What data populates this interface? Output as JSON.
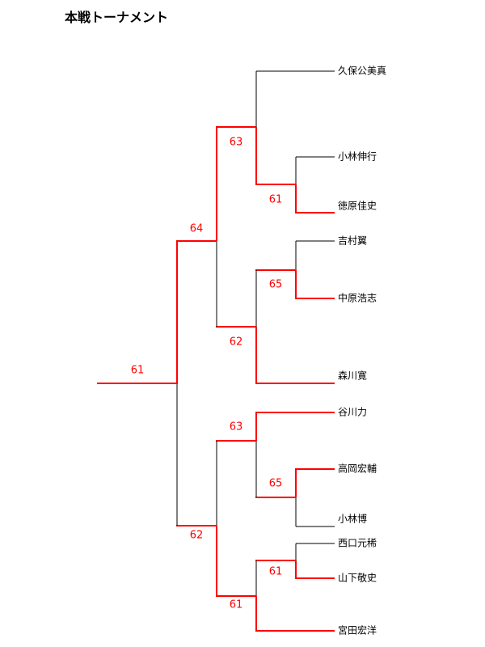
{
  "title": "本戦トーナメント",
  "players": [
    "久保公美真",
    "小林伸行",
    "徳原佳史",
    "吉村翼",
    "中原浩志",
    "森川寛",
    "谷川力",
    "高岡宏輔",
    "小林博",
    "西口元稀",
    "山下敬史",
    "宮田宏洋"
  ],
  "scores": {
    "final": "61",
    "semi_top": "64",
    "semi_bottom": "62",
    "qf1": "63",
    "qf2": "62",
    "qf3": "63",
    "qf4": "61",
    "r1_1": "61",
    "r1_2": "65",
    "r1_3": "65",
    "r1_4": "61"
  },
  "colors": {
    "winner_line": "#ff0000",
    "line": "#000000"
  }
}
